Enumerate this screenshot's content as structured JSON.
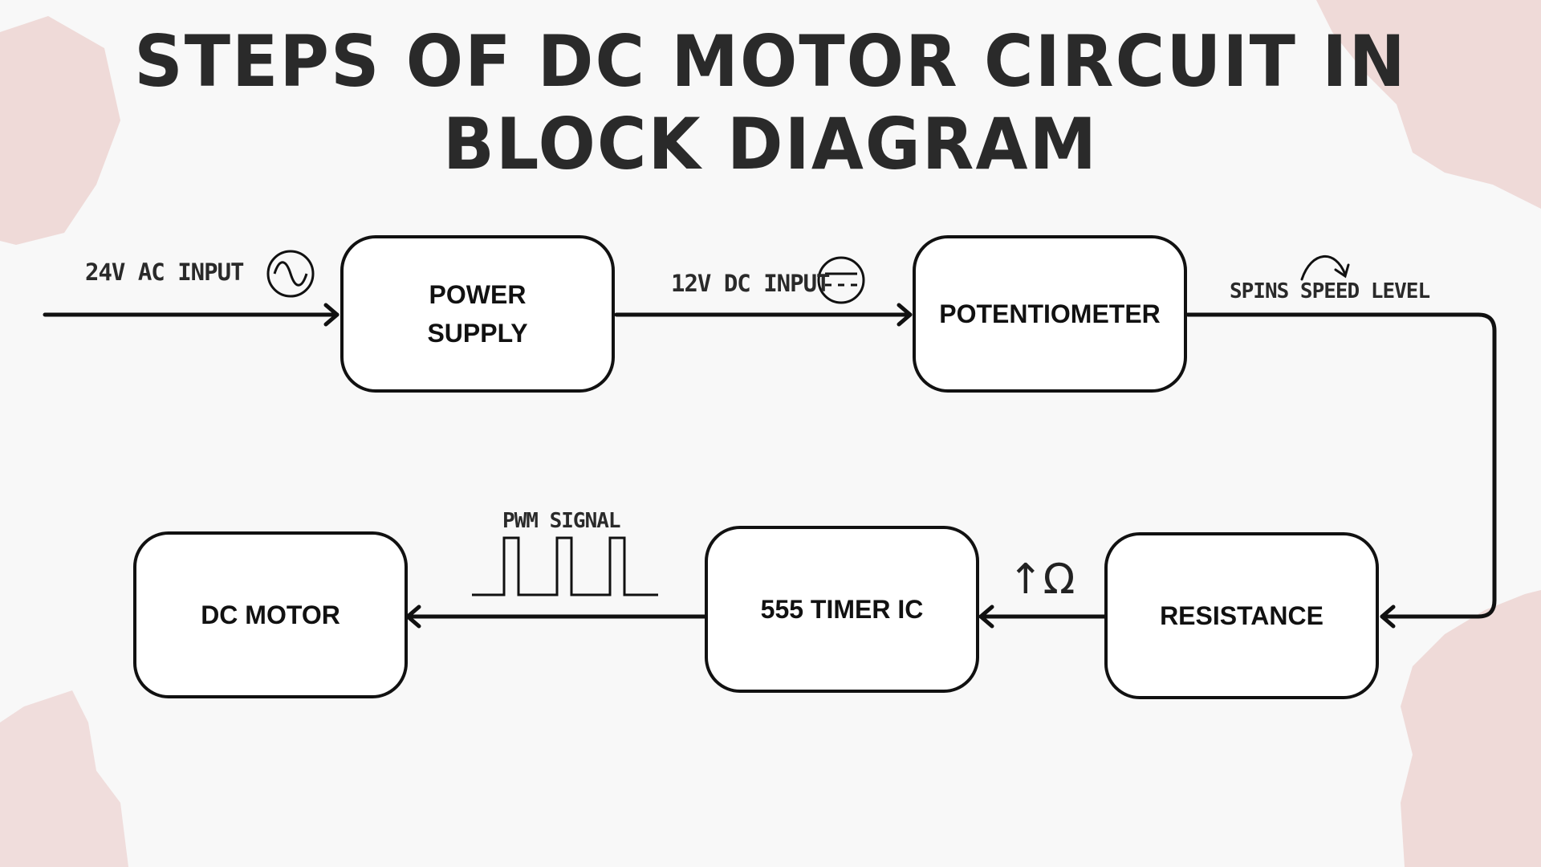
{
  "title": "STEPS OF DC MOTOR CIRCUIT IN BLOCK DIAGRAM",
  "colors": {
    "background": "#f8f8f8",
    "decor": "#edd6d4",
    "line": "#111111"
  },
  "blocks": {
    "power_supply": "POWER\nSUPPLY",
    "potentiometer": "POTENTIOMETER",
    "resistance": "RESISTANCE",
    "timer": "555 TIMER IC",
    "motor": "DC MOTOR"
  },
  "labels": {
    "ac_input": "24V AC INPUT",
    "dc_input": "12V DC INPUT",
    "spin_speed": "SPINS SPEED LEVEL",
    "pwm": "PWM SIGNAL",
    "ohm": "↑Ω"
  },
  "icons": {
    "ac": "sine-wave-icon",
    "dc": "dc-symbol-icon",
    "spin": "curved-arrow-icon",
    "pwm": "pwm-waveform-icon"
  }
}
